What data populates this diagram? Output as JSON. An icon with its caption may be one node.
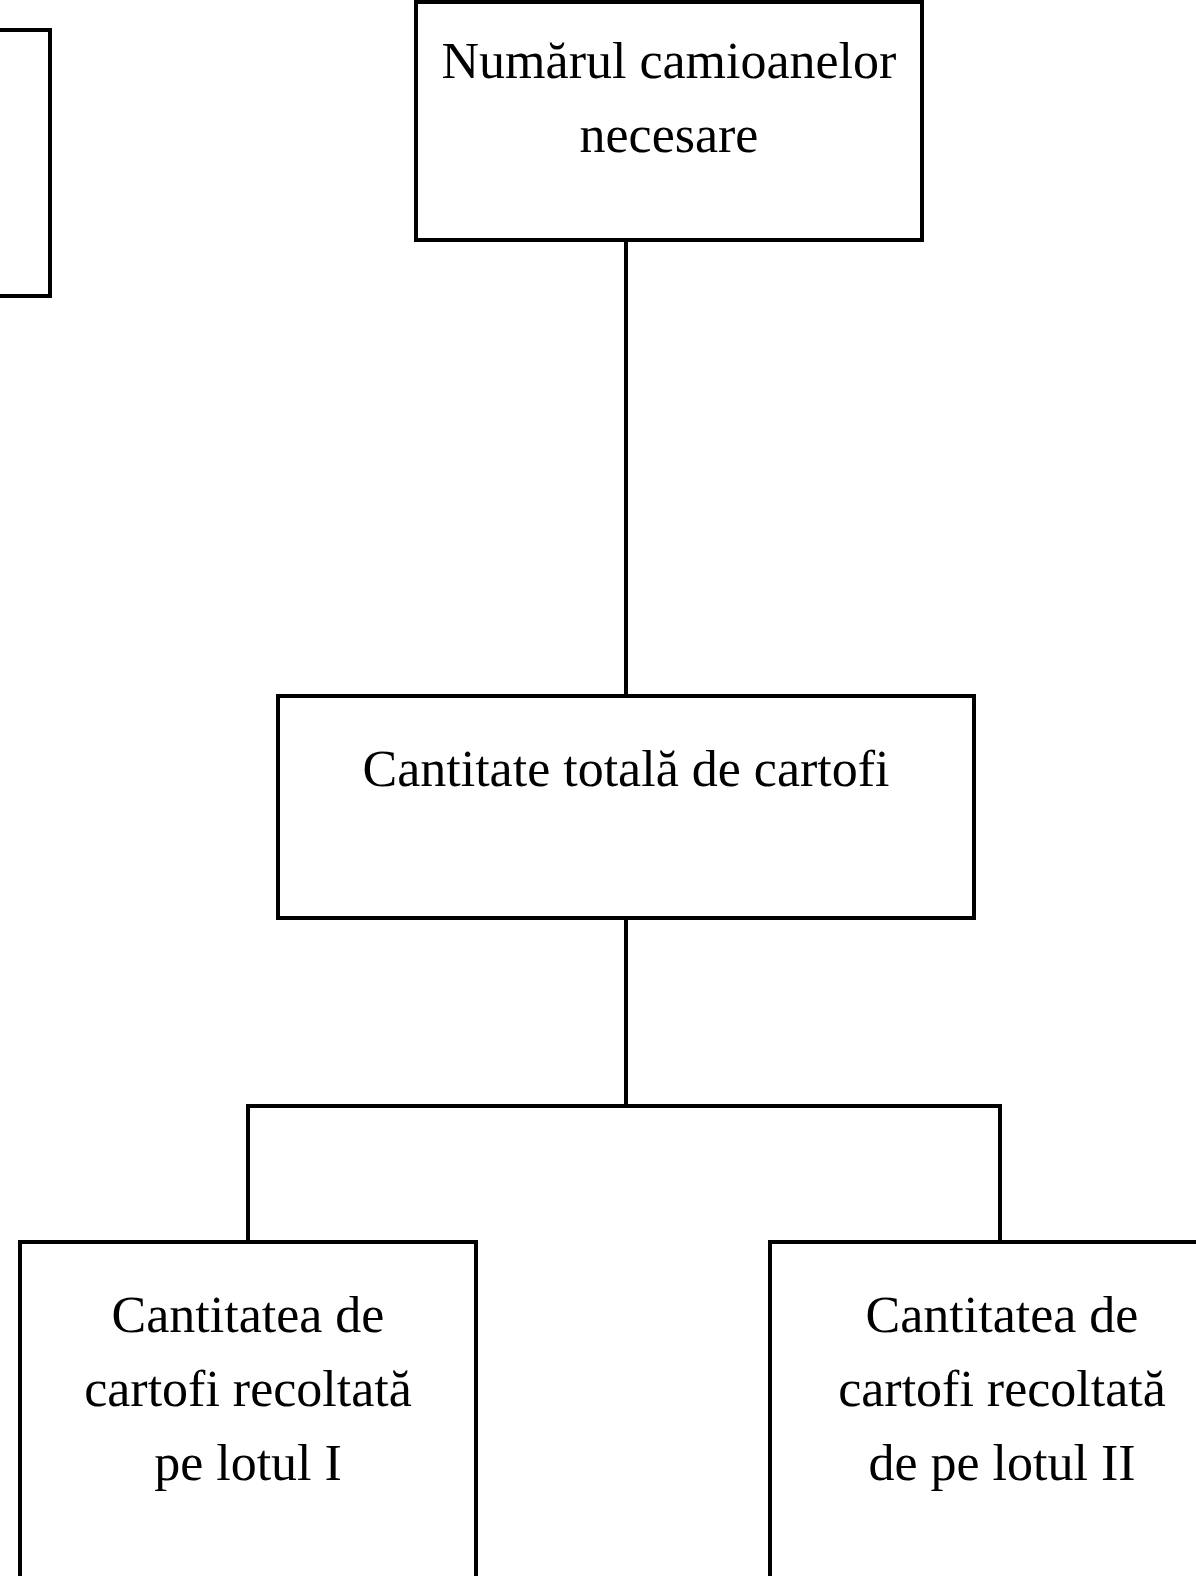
{
  "diagram": {
    "nodes": [
      {
        "text": [],
        "shape": "box"
      },
      {
        "text": [
          "Numărul camioanelor necesare"
        ]
      },
      {
        "text": [
          "Cantitate totală de cartofi"
        ]
      },
      {
        "text": [
          "Cantitatea de cartofi recoltată pe lotul I"
        ]
      },
      {
        "text": [
          "Cantitatea de cartofi recoltată de pe lotul II"
        ]
      }
    ],
    "edges": [
      {
        "from": 1,
        "to": 2,
        "arrow": "none"
      },
      {
        "from": 2,
        "to": 3,
        "arrow": "none"
      },
      {
        "from": 2,
        "to": 4,
        "arrow": "none"
      }
    ]
  }
}
